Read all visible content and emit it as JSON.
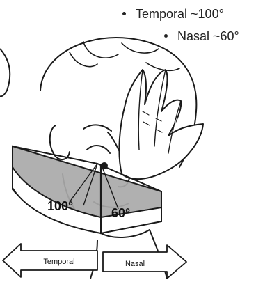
{
  "bullets": [
    {
      "label": "Temporal ~100°"
    },
    {
      "label": "Nasal ~60°"
    }
  ],
  "field_labels": {
    "temporal_angle": "100°",
    "nasal_angle": "60°"
  },
  "arrows": {
    "left_label": "Temporal",
    "right_label": "Nasal"
  },
  "colors": {
    "field_shading": "#a9a9a9",
    "outline": "#1a1a1a"
  }
}
